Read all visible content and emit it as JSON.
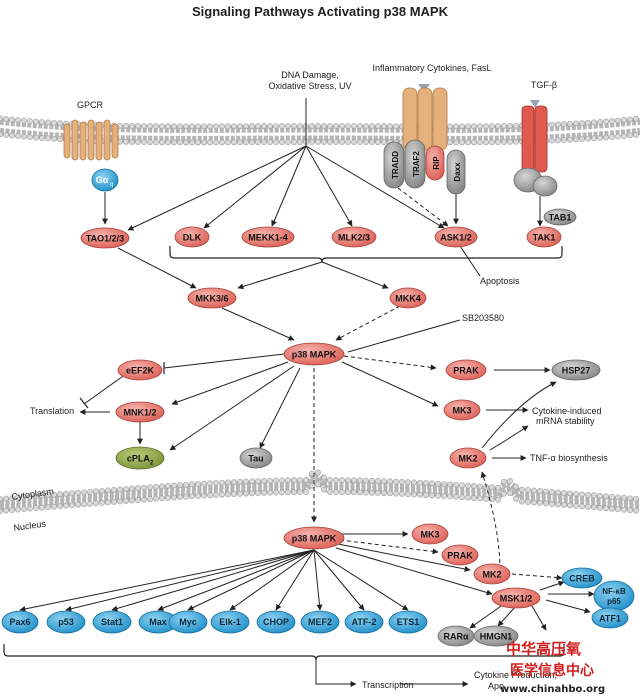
{
  "title": "Signaling Pathways Activating p38 MAPK",
  "labels": {
    "gpcr": "GPCR",
    "stimulus_line1": "DNA Damage,",
    "stimulus_line2": "Oxidative Stress, UV",
    "cytokines": "Inflammatory Cytokines, FasL",
    "tgfb": "TGF-β",
    "apoptosis": "Apoptosis",
    "sb": "SB203580",
    "translation": "Translation",
    "cytokine_mrna_1": "Cytokine-induced",
    "cytokine_mrna_2": "mRNA stability",
    "tnf": "TNF-α biosynthesis",
    "cytoplasm": "Cytoplasm",
    "nucleus": "Nucleus",
    "transcription": "Transcription",
    "cytokine_production": "Cytokine Production,",
    "apo_partial": "Apo"
  },
  "receptors": {
    "galpha": "Gα",
    "galpha_sub": "q",
    "tradd": "TRADD",
    "traf2": "TRAF2",
    "rip": "RIP",
    "daxx": "Daxx"
  },
  "nodes": {
    "tao": "TAO1/2/3",
    "dlk": "DLK",
    "mekk": "MEKK1-4",
    "mlk": "MLK2/3",
    "ask": "ASK1/2",
    "tak": "TAK1",
    "tab": "TAB1",
    "mkk36": "MKK3/6",
    "mkk4": "MKK4",
    "p38": "p38 MAPK",
    "eef2k": "eEF2K",
    "mnk": "MNK1/2",
    "cpla": "cPLA",
    "cpla_sub": "2",
    "tau": "Tau",
    "prak": "PRAK",
    "hsp27": "HSP27",
    "mk3": "MK3",
    "mk2": "MK2",
    "p38n": "p38 MAPK",
    "mk3n": "MK3",
    "prakn": "PRAK",
    "mk2n": "MK2",
    "msk": "MSK1/2",
    "creb": "CREB",
    "nfkb1": "NF-κB",
    "nfkb2": "p65",
    "atf1": "ATF1",
    "rar": "RARα",
    "hmgn": "HMGN1"
  },
  "tfs": [
    "Pax6",
    "p53",
    "Stat1",
    "Max",
    "Myc",
    "Elk-1",
    "CHOP",
    "MEF2",
    "ATF-2",
    "ETS1"
  ],
  "watermark": {
    "line1": "中华高压氧",
    "line2": "医学信息中心",
    "url": "www.chinahbo.org"
  },
  "colors": {
    "kinase": "#e8736a",
    "kinase_stroke": "#b84a42",
    "tf": "#3aa6d8",
    "grey": "#9b9b9b",
    "olive": "#8aa04a",
    "membrane": "#c9c9c9",
    "receptor_tan": "#e4b07c",
    "receptor_red": "#e05a4f",
    "watermark": "#d21e1e"
  }
}
